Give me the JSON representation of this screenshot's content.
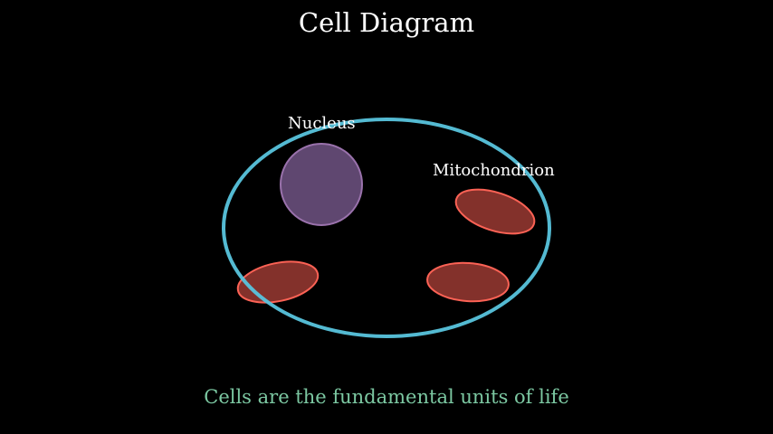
{
  "title": "Cell Diagram",
  "labels": {
    "nucleus": "Nucleus",
    "mitochondrion": "Mitochondrion"
  },
  "caption": "Cells are the fundamental units of life",
  "colors": {
    "membrane": "#58C4DD",
    "nucleus_fill": "#5f4770",
    "nucleus_stroke": "#9A72AC",
    "mito_fill": "#83312b",
    "mito_stroke": "#FC6255",
    "caption": "#7cc8a2"
  }
}
